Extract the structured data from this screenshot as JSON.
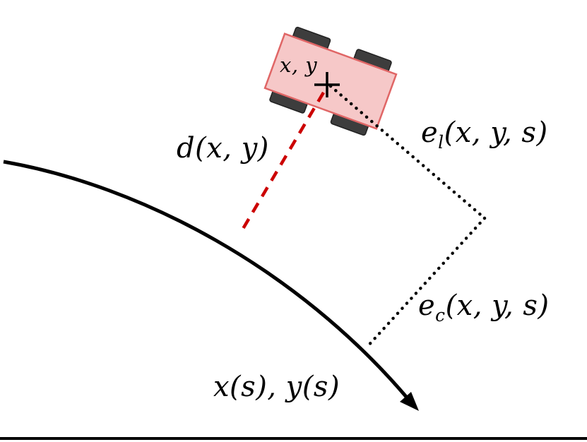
{
  "labels": {
    "pose": "x, y",
    "distance": "d(x, y)",
    "lateral_error": {
      "base": "e",
      "sub": "l",
      "args": "(x, y, s)"
    },
    "contour_error": {
      "base": "e",
      "sub": "c",
      "args": "(x, y, s)"
    },
    "path_param": "x(s), y(s)"
  },
  "colors": {
    "curve": "#000000",
    "distance_line": "#cc0000",
    "vehicle_body": "#f6c8c8",
    "vehicle_outline": "#e06666",
    "wheel": "#3d3d3d",
    "error_dots": "#000000"
  }
}
